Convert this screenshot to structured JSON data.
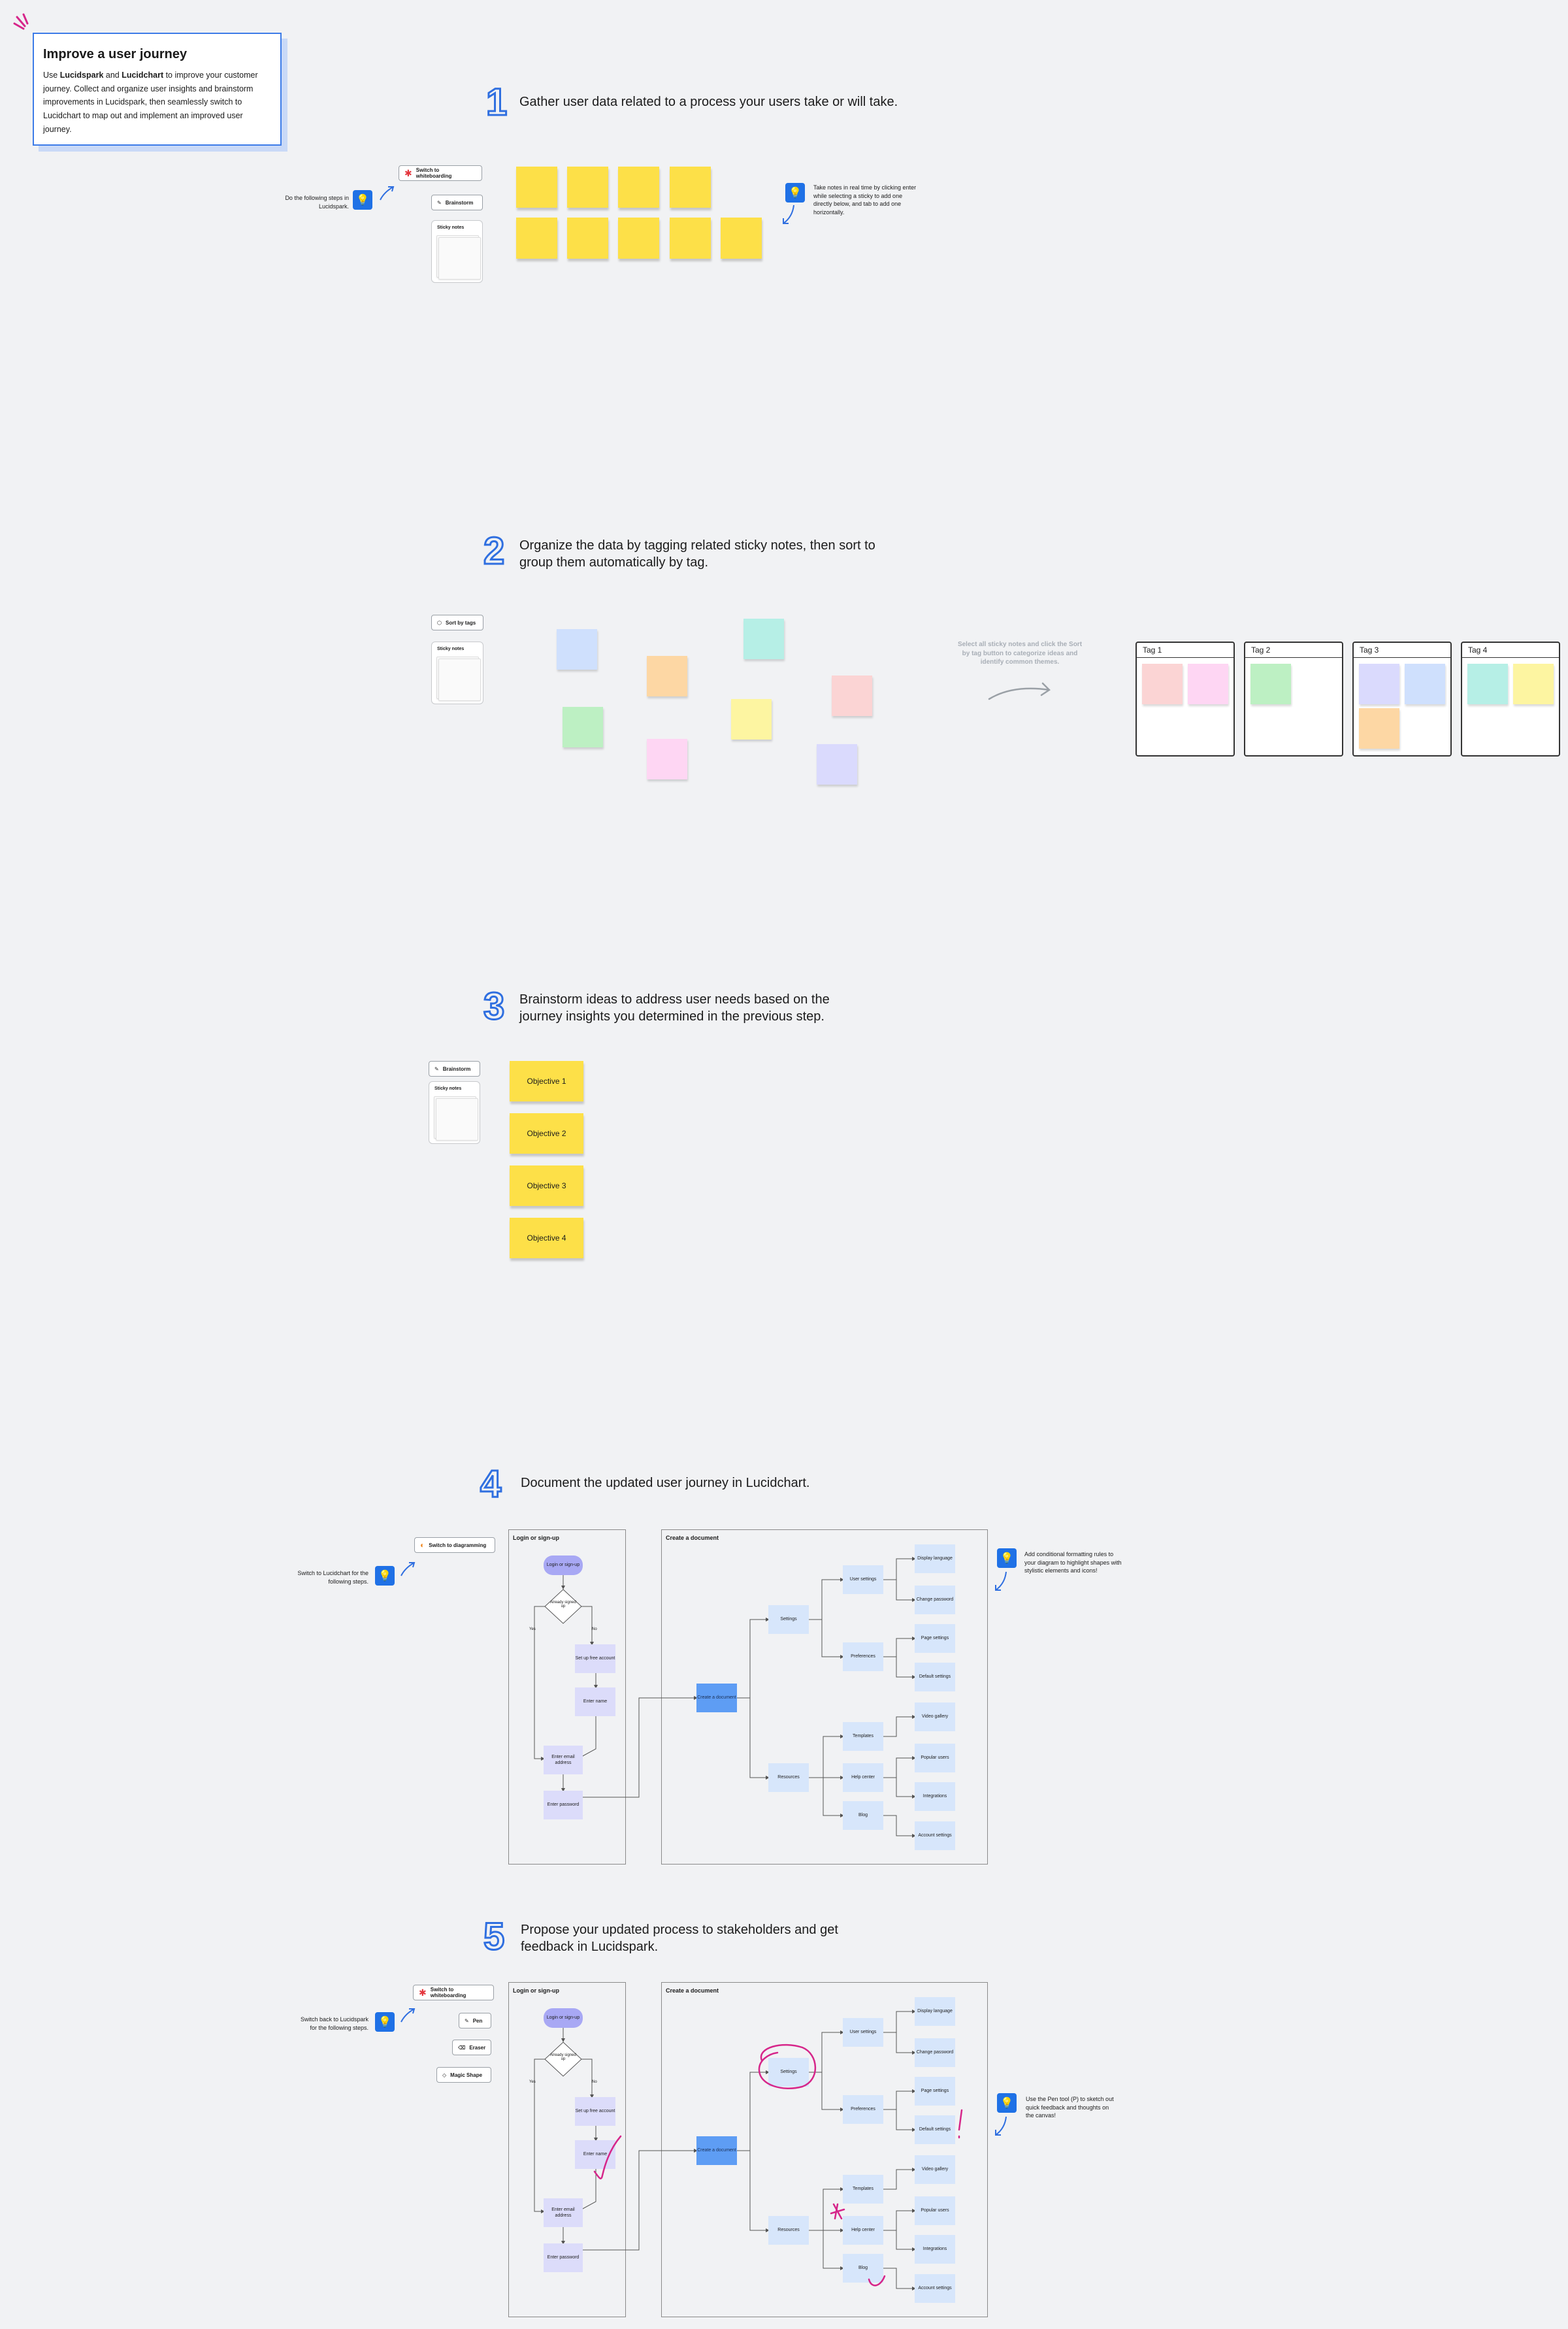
{
  "intro": {
    "title": "Improve a user journey",
    "body_pre": "Use ",
    "bold1": "Lucidspark",
    "and": " and ",
    "bold2": "Lucidchart",
    "body_post": " to improve your customer journey. Collect and organize user insights and brainstorm improvements in Lucidspark, then seamlessly switch to Lucidchart to map out and implement an improved user journey."
  },
  "steps": [
    {
      "num": "1",
      "text": "Gather user data related to a process your users take or will take."
    },
    {
      "num": "2",
      "text": "Organize the data by tagging related sticky notes, then sort to group them automatically by tag."
    },
    {
      "num": "3",
      "text": "Brainstorm ideas to address user needs based on the journey insights you determined in the previous step."
    },
    {
      "num": "4",
      "text": "Document the updated user journey in Lucidchart."
    },
    {
      "num": "5",
      "text": "Propose your updated process to stakeholders and get feedback in Lucidspark."
    }
  ],
  "step1": {
    "tip_left": "Do the following steps in Lucidspark.",
    "switch_whiteboarding": "Switch to whiteboarding",
    "brainstorm": "Brainstorm",
    "sticky_notes": "Sticky notes",
    "tip_right": "Take notes in real time by clicking enter while selecting a sticky to add one directly below, and tab to add one horizontally."
  },
  "step2": {
    "sort_by_tags": "Sort by tags",
    "sticky_notes": "Sticky notes",
    "hint": "Select all sticky notes and click the Sort by tag button to categorize ideas and identify common themes.",
    "tags": [
      "Tag 1",
      "Tag 2",
      "Tag 3",
      "Tag 4"
    ],
    "colors": {
      "blue": "#cfe0fd",
      "orange": "#fdd7a4",
      "teal": "#b6efe6",
      "green": "#bdf0c3",
      "yellow": "#fdf5a1",
      "pink": "#fed6f3",
      "red": "#fbd4d4",
      "lavender": "#dadafd"
    }
  },
  "step3": {
    "brainstorm": "Brainstorm",
    "sticky_notes": "Sticky notes",
    "objectives": [
      "Objective 1",
      "Objective 2",
      "Objective 3",
      "Objective 4"
    ]
  },
  "step4": {
    "tip_left": "Switch to Lucidchart for the following steps.",
    "switch_diagramming": "Switch to diagramming",
    "tip_right": "Add conditional formatting rules to your diagram to highlight shapes with stylistic elements and icons!"
  },
  "step5": {
    "tip_left": "Switch back to Lucidspark for the following steps.",
    "switch_whiteboarding": "Switch to whiteboarding",
    "pen": "Pen",
    "eraser": "Eraser",
    "magic_shape": "Magic Shape",
    "tip_right": "Use the Pen tool (P) to sketch out quick feedback and thoughts on the canvas!"
  },
  "flow": {
    "login_frame": "Login or sign-up",
    "create_frame": "Create a document",
    "login_start": "Login or sign-up",
    "already_signed": "Already signed up",
    "yes": "Yes",
    "no": "No",
    "setup_account": "Set up free account",
    "enter_name": "Enter name",
    "enter_email": "Enter email address",
    "enter_password": "Enter password",
    "create_doc": "Create a document",
    "settings": "Settings",
    "resources": "Resources",
    "user_settings": "User settings",
    "preferences": "Preferences",
    "templates": "Templates",
    "help_center": "Help center",
    "blog": "Blog",
    "display_language": "Display language",
    "change_password": "Change password",
    "page_settings": "Page settings",
    "default_settings": "Default settings",
    "video_gallery": "Video gallery",
    "popular_users": "Popular users",
    "integrations": "Integrations",
    "account_settings": "Account settings"
  }
}
